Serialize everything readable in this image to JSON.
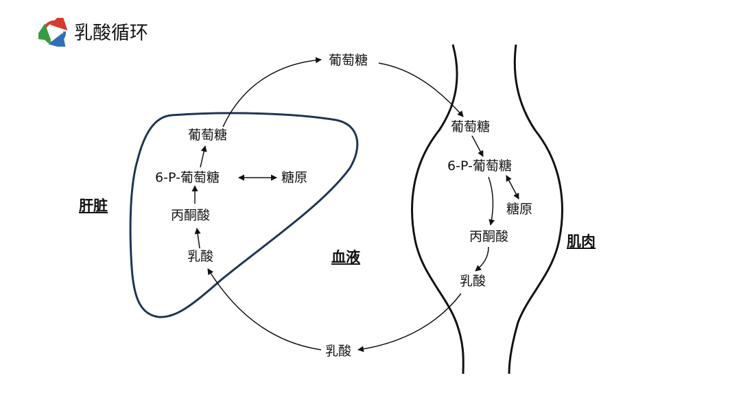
{
  "title": "乳酸循环",
  "regions": {
    "liver": "肝脏",
    "blood": "血液",
    "muscle": "肌肉"
  },
  "liver": {
    "glucose": "葡萄糖",
    "g6p": "6-P-葡萄糖",
    "glycogen": "糖原",
    "pyruvate": "丙酮酸",
    "lactate": "乳酸"
  },
  "blood": {
    "glucose": "葡萄糖",
    "lactate": "乳酸"
  },
  "muscle": {
    "glucose": "葡萄糖",
    "g6p": "6-P-葡萄糖",
    "glycogen": "糖原",
    "pyruvate": "丙酮酸",
    "lactate": "乳酸"
  },
  "colors": {
    "liver_outline": "#1f3553",
    "logo_red": "#d63a2f",
    "logo_green": "#3a9a3f",
    "logo_blue": "#2f6fb5"
  },
  "icons": [
    "cycle-icon"
  ]
}
